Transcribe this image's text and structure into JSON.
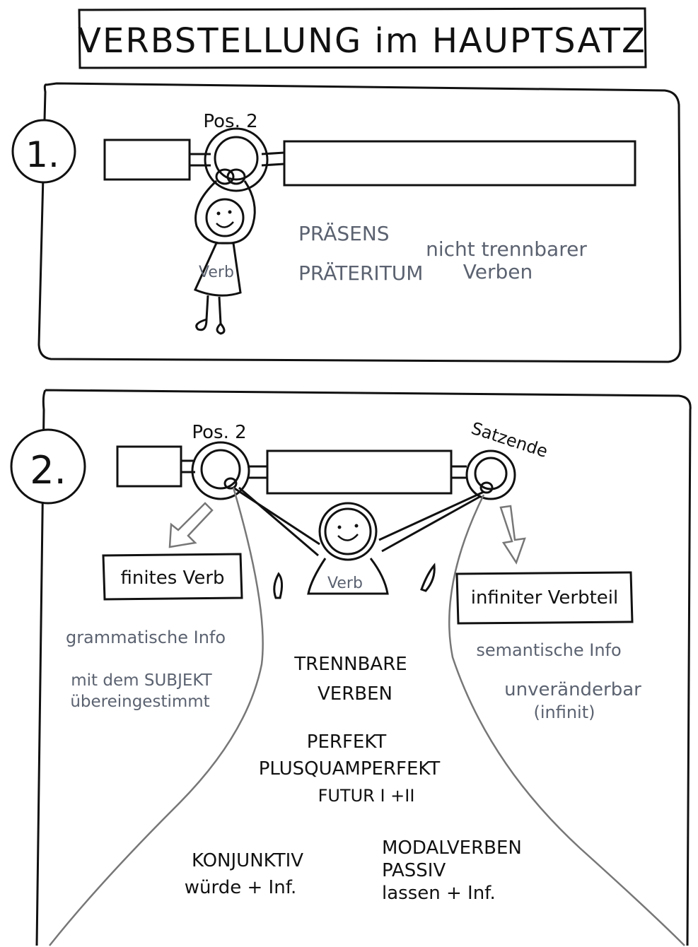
{
  "title": "VERBSTELLUNG im HAUPTSATZ",
  "panel1": {
    "number": "1.",
    "pos_label": "Pos. 2",
    "figure_label": "Verb",
    "tenses": [
      "PRÄSENS",
      "PRÄTERITUM"
    ],
    "note_line1": "nicht trennbarer",
    "note_line2": "Verben"
  },
  "panel2": {
    "number": "2.",
    "pos_label": "Pos. 2",
    "end_label": "Satzende",
    "figure_label": "Verb",
    "left_box": "finites Verb",
    "right_box": "infiniter Verbteil",
    "left_info": [
      "grammatische Info",
      "mit dem SUBJEKT",
      "übereingestimmt"
    ],
    "right_info": [
      "semantische Info",
      "unveränderbar",
      "(infinit)"
    ],
    "center_group1": [
      "TRENNBARE",
      "VERBEN"
    ],
    "center_group2": [
      "PERFEKT",
      "PLUSQUAMPERFEKT",
      "FUTUR I +II"
    ],
    "bottom_left": [
      "KONJUNKTIV",
      "würde + Inf."
    ],
    "bottom_right": [
      "MODALVERBEN",
      "PASSIV",
      "lassen + Inf."
    ]
  },
  "colors": {
    "ink": "#111111",
    "grey": "#5b6270",
    "line_grey": "#777777"
  }
}
